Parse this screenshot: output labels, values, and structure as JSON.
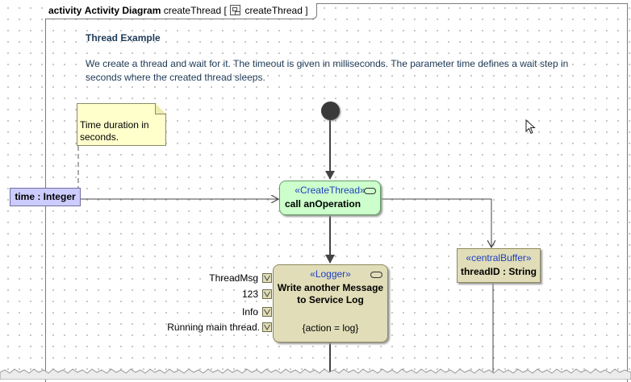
{
  "frame": {
    "keyword": "activity",
    "diagram_type": "Activity Diagram",
    "diagram_name": "createThread",
    "bracket_open": "[",
    "context_name": "createThread",
    "bracket_close": "]"
  },
  "description": {
    "title": "Thread Example",
    "body": "We create a thread and wait for it. The timeout is given in milliseconds. The parameter time defines a wait step in seconds where the created thread sleeps."
  },
  "note": {
    "text": "Time duration in seconds."
  },
  "parameter": {
    "label": "time : Integer"
  },
  "create_action": {
    "stereotype": "«CreateThread»",
    "name": "call anOperation"
  },
  "logger_action": {
    "stereotype": "«Logger»",
    "name": "Write another Message to Service Log",
    "tagged_value": "{action = log}"
  },
  "pins": [
    {
      "label": "ThreadMsg"
    },
    {
      "label": "123"
    },
    {
      "label": "Info"
    },
    {
      "label": "Running main thread."
    }
  ],
  "buffer": {
    "stereotype": "«centralBuffer»",
    "label": "threadID : String"
  },
  "colors": {
    "note_fill": "#ffffcc",
    "parameter_fill": "#ccccff",
    "create_action_fill": "#ccffcc",
    "logger_action_fill": "#e0ddb8",
    "stereotype_text": "#1f3fbf",
    "description_text": "#1e3a56"
  }
}
